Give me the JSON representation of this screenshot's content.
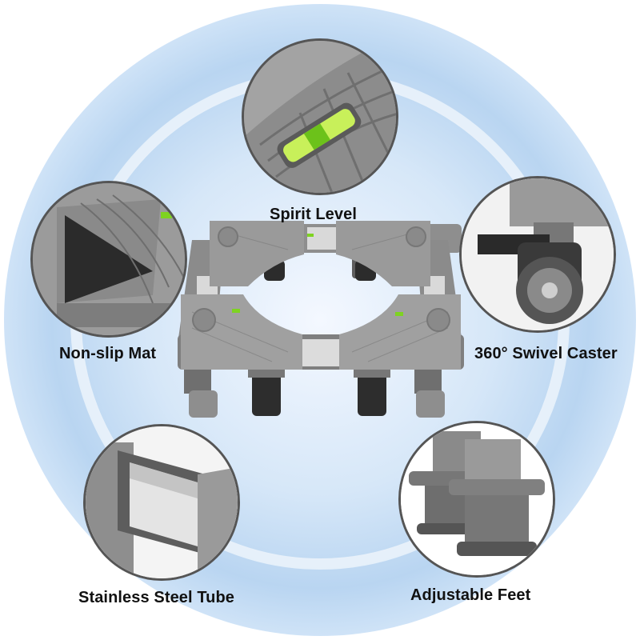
{
  "labels": {
    "spirit_level": "Spirit Level",
    "non_slip_mat": "Non-slip Mat",
    "swivel_caster": "360° Swivel Caster",
    "steel_tube": "Stainless Steel Tube",
    "adjustable_feet": "Adjustable Feet"
  },
  "colors": {
    "background_glow": "#cfe3f7",
    "frame_gray": "#8e8e8e",
    "frame_dark": "#6f6f6f",
    "level_green": "#7ed321",
    "steel": "#d9d9d9",
    "text": "#111111"
  }
}
